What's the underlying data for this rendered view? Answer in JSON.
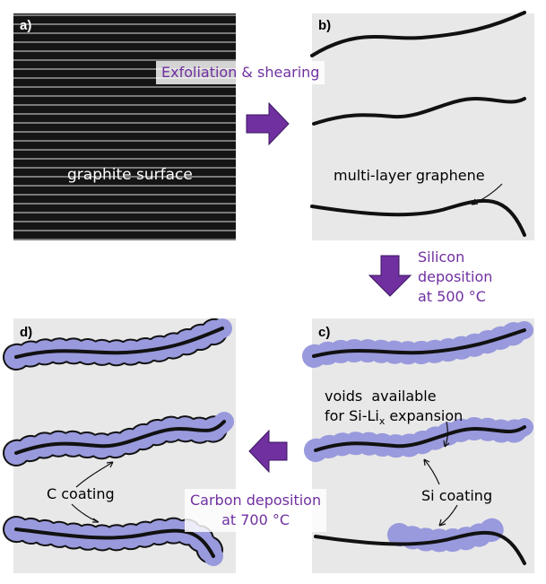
{
  "panels": {
    "a": {
      "label": "a)",
      "text": "graphite surface"
    },
    "b": {
      "label": "b)",
      "text": "multi-layer graphene"
    },
    "c": {
      "label": "c)",
      "voids_line1": "voids  available",
      "voids_line2_prefix": "for Si-Li",
      "voids_line2_sub": "x",
      "voids_line2_suffix": " expansion",
      "coating": "Si coating"
    },
    "d": {
      "label": "d)",
      "coating": "C coating"
    }
  },
  "steps": {
    "exfoliation": "Exfoliation & shearing",
    "silicon_line1": "Silicon",
    "silicon_line2": "deposition",
    "silicon_line3": "at 500 °C",
    "carbon_line1": "Carbon deposition",
    "carbon_line2": "at 700 °C"
  },
  "colors": {
    "arrow": "#7030a0",
    "si_coating": "#9999dd",
    "panel_bg": "#e8e8e8",
    "graphene": "#111111"
  }
}
